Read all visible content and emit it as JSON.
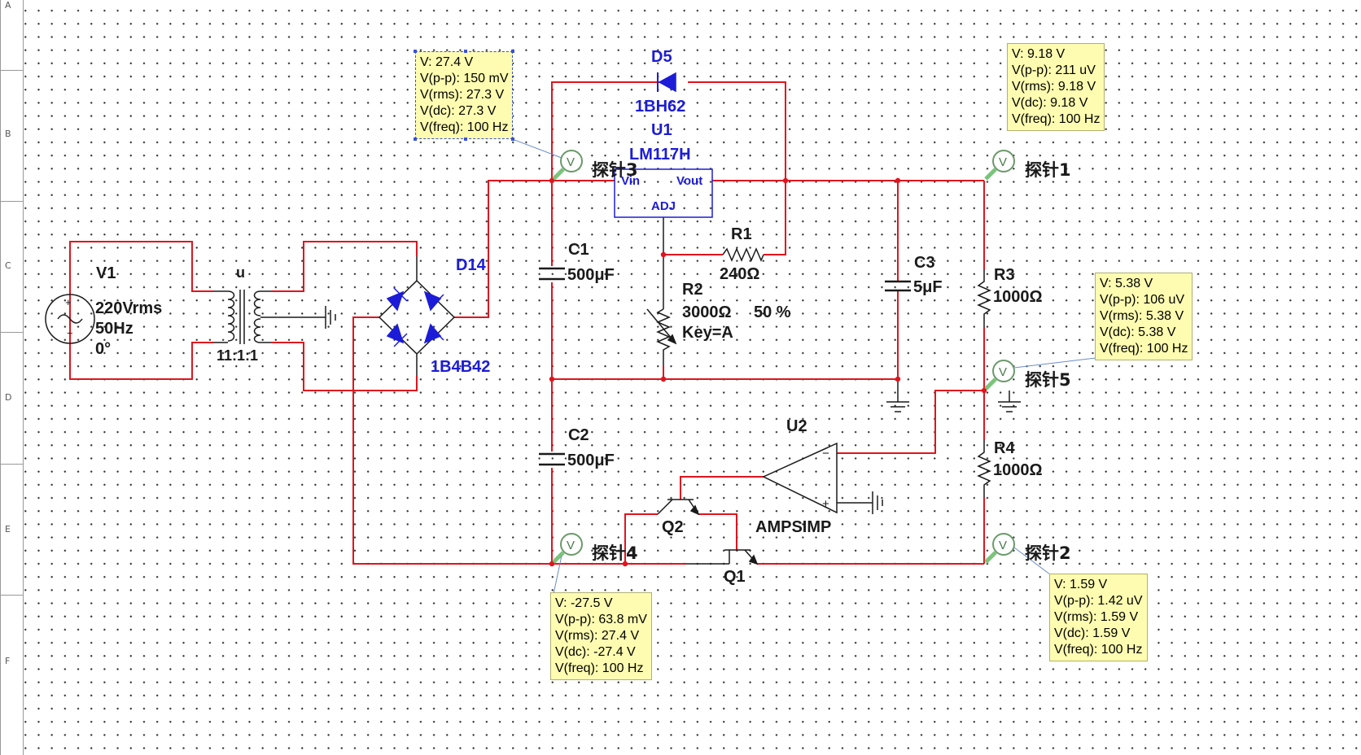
{
  "ruler": {
    "letters": [
      "A",
      "B",
      "C",
      "D",
      "E",
      "F"
    ]
  },
  "components": {
    "V1": {
      "ref": "V1",
      "value": "220Vrms",
      "freq": "50Hz",
      "phase": "0°"
    },
    "T1": {
      "ref": "u",
      "ratio": "11:1:1"
    },
    "D14": {
      "ref": "D14",
      "model": "1B4B42"
    },
    "D5": {
      "ref": "D5",
      "model": "1BH62"
    },
    "U1": {
      "ref": "U1",
      "model": "LM117H",
      "pin_vin": "Vin",
      "pin_vout": "Vout",
      "pin_adj": "ADJ"
    },
    "C1": {
      "ref": "C1",
      "value": "500μF"
    },
    "C2": {
      "ref": "C2",
      "value": "500μF"
    },
    "C3": {
      "ref": "C3",
      "value": "5μF"
    },
    "R1": {
      "ref": "R1",
      "value": "240Ω"
    },
    "R2": {
      "ref": "R2",
      "value": "3000Ω",
      "setting": "50 %",
      "key": "Key=A"
    },
    "R3": {
      "ref": "R3",
      "value": "1000Ω"
    },
    "R4": {
      "ref": "R4",
      "value": "1000Ω"
    },
    "U2": {
      "ref": "U2",
      "model": "AMPSIMP"
    },
    "Q1": {
      "ref": "Q1"
    },
    "Q2": {
      "ref": "Q2"
    }
  },
  "probes": {
    "p1": {
      "name": "探针1",
      "lines": [
        "V: 9.18 V",
        "V(p-p): 211 uV",
        "V(rms): 9.18 V",
        "V(dc): 9.18 V",
        "V(freq): 100 Hz"
      ]
    },
    "p2": {
      "name": "探针2",
      "lines": [
        "V: 1.59 V",
        "V(p-p): 1.42 uV",
        "V(rms): 1.59 V",
        "V(dc): 1.59 V",
        "V(freq): 100 Hz"
      ]
    },
    "p3": {
      "name": "探针3",
      "lines": [
        "V: 27.4 V",
        "V(p-p): 150 mV",
        "V(rms): 27.3 V",
        "V(dc): 27.3 V",
        "V(freq): 100 Hz"
      ]
    },
    "p4": {
      "name": "探针4",
      "lines": [
        "V: -27.5 V",
        "V(p-p): 63.8 mV",
        "V(rms): 27.4 V",
        "V(dc): -27.4 V",
        "V(freq): 100 Hz"
      ]
    },
    "p5": {
      "name": "探针5",
      "lines": [
        "V: 5.38 V",
        "V(p-p): 106 uV",
        "V(rms): 5.38 V",
        "V(dc): 5.38 V",
        "V(freq): 100 Hz"
      ]
    }
  },
  "colors": {
    "wire": "#e0141e",
    "component": "#1a1a1a",
    "diode_fill": "#1c1cd8",
    "probe": "#6a9a6a",
    "readout_bg": "#fdfcb1"
  }
}
